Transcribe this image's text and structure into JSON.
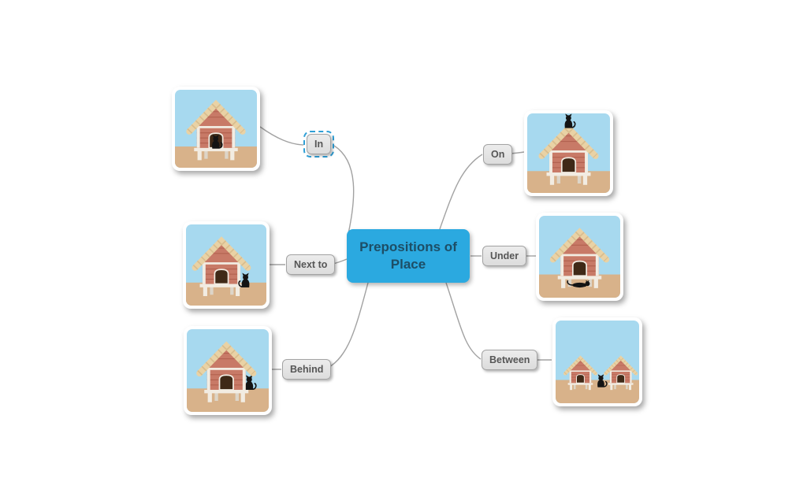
{
  "title": "Prepositions of Place mind map",
  "center": {
    "label": "Prepositions of Place"
  },
  "branches": [
    {
      "id": "in",
      "label": "In",
      "selected": true,
      "image": "cat-inside-doghouse"
    },
    {
      "id": "next-to",
      "label": "Next to",
      "selected": false,
      "image": "cat-next-to-doghouse"
    },
    {
      "id": "behind",
      "label": "Behind",
      "selected": false,
      "image": "cat-behind-doghouse"
    },
    {
      "id": "on",
      "label": "On",
      "selected": false,
      "image": "cat-on-doghouse"
    },
    {
      "id": "under",
      "label": "Under",
      "selected": false,
      "image": "cat-under-doghouse"
    },
    {
      "id": "between",
      "label": "Between",
      "selected": false,
      "image": "cat-between-doghouses"
    }
  ],
  "colors": {
    "background": "#ffffff",
    "center_fill": "#2BA9E0",
    "center_text": "#1D4E66",
    "node_fill_top": "#ececec",
    "node_fill_bottom": "#dcdcdc",
    "node_border": "#a3a3a3",
    "node_text": "#565656",
    "selection_dash": "#2F9FD6",
    "connector": "#a2a2a2"
  },
  "illustration_colors": {
    "sky": "#a7d9ef",
    "ground": "#d8b28a",
    "house_body": "#c87a67",
    "house_plank": "#b05f4d",
    "house_trim": "#f2ece2",
    "house_leg_back": "#ddd5c8",
    "roof": "#e9d2a5",
    "roof_plank": "#d8bd8e",
    "door": "#3f2917",
    "cat": "#141414"
  }
}
